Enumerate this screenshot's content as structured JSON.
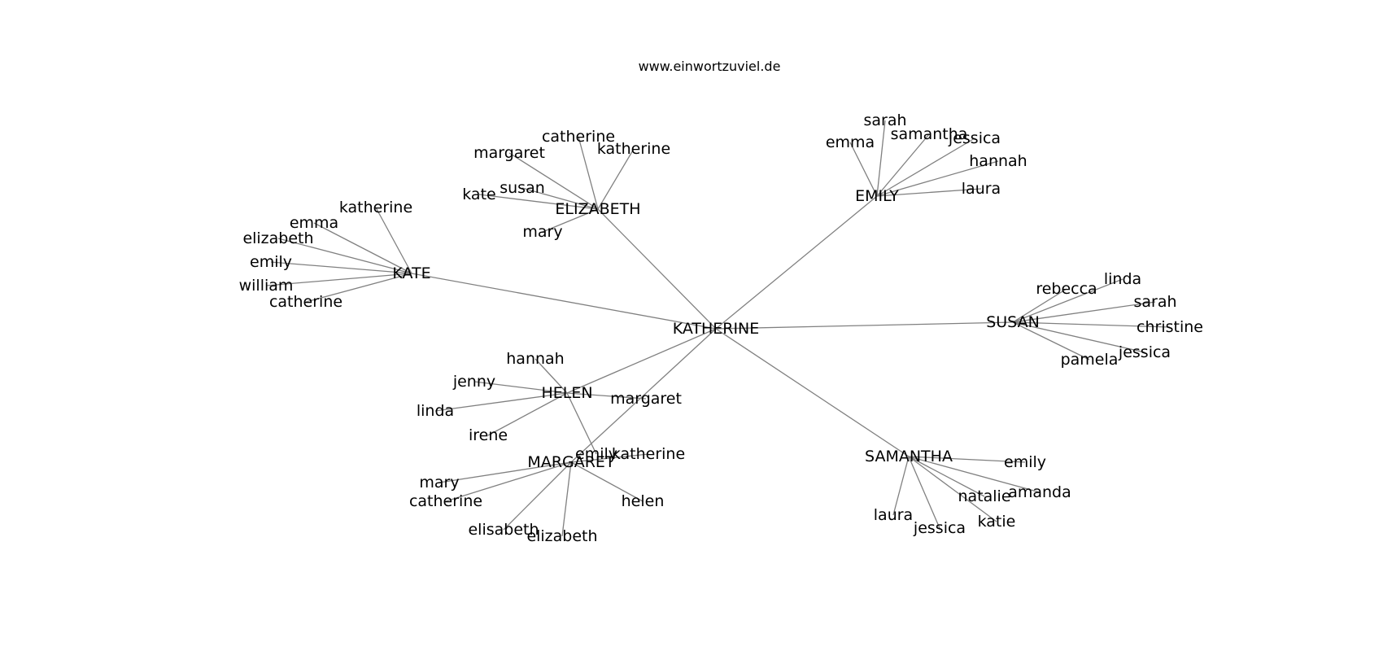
{
  "source": "www.einwortzuviel.de",
  "center": "KATHERINE",
  "groups": [
    {
      "name": "KATE",
      "names": [
        "katherine",
        "emma",
        "elizabeth",
        "emily",
        "william",
        "catherine"
      ]
    },
    {
      "name": "ELIZABETH",
      "names": [
        "catherine",
        "katherine",
        "margaret",
        "susan",
        "kate",
        "mary"
      ]
    },
    {
      "name": "EMILY",
      "names": [
        "sarah",
        "samantha",
        "emma",
        "jessica",
        "hannah",
        "laura"
      ]
    },
    {
      "name": "SUSAN",
      "names": [
        "rebecca",
        "linda",
        "sarah",
        "christine",
        "jessica",
        "pamela"
      ]
    },
    {
      "name": "SAMANTHA",
      "names": [
        "emily",
        "amanda",
        "natalie",
        "katie",
        "jessica",
        "laura"
      ]
    },
    {
      "name": "HELEN",
      "names": [
        "hannah",
        "jenny",
        "linda",
        "irene",
        "margaret",
        "emily"
      ]
    },
    {
      "name": "MARGARET",
      "names": [
        "katherine",
        "mary",
        "catherine",
        "elisabeth",
        "elizabeth",
        "helen"
      ]
    }
  ],
  "colors": {
    "edge": "#808080",
    "text": "#000000",
    "background": "#ffffff"
  }
}
